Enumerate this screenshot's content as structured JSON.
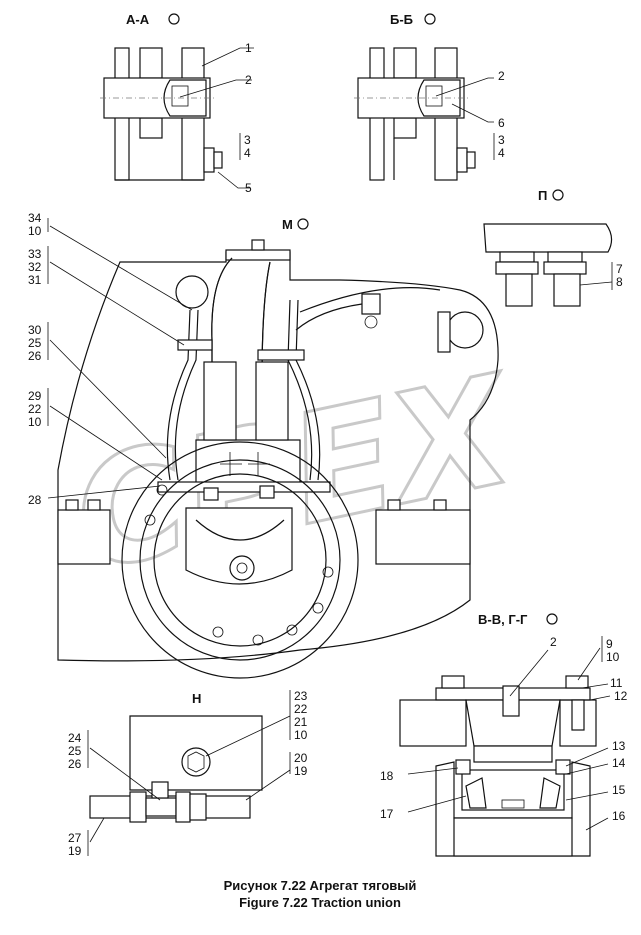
{
  "views": {
    "aa": "А-А",
    "bb": "Б-Б",
    "m": "М",
    "p": "П",
    "n": "Н",
    "vv": "В-В, Г-Г"
  },
  "labels": {
    "aa": [
      "1",
      "2",
      "3",
      "4",
      "5"
    ],
    "bb": [
      "2",
      "6",
      "3",
      "4"
    ],
    "p": [
      "7",
      "8"
    ],
    "m_left": [
      "34",
      "10",
      "33",
      "32",
      "31",
      "30",
      "25",
      "26",
      "29",
      "22",
      "10",
      "28"
    ],
    "n_right": [
      "23",
      "22",
      "21",
      "10",
      "20",
      "19"
    ],
    "n_left": [
      "24",
      "25",
      "26",
      "27",
      "19"
    ],
    "vv_top": [
      "2",
      "9",
      "10",
      "11",
      "12"
    ],
    "vv_right": [
      "13",
      "14",
      "15",
      "16"
    ],
    "vv_left": [
      "18",
      "17"
    ]
  },
  "caption": {
    "ru": "Рисунок  7.22  Агрегат тяговый",
    "en": "Figure 7.22  Traction union"
  },
  "watermark": "CPEX",
  "colors": {
    "ink": "#111111",
    "watermark": "#c9c9c9",
    "paper": "#ffffff"
  }
}
